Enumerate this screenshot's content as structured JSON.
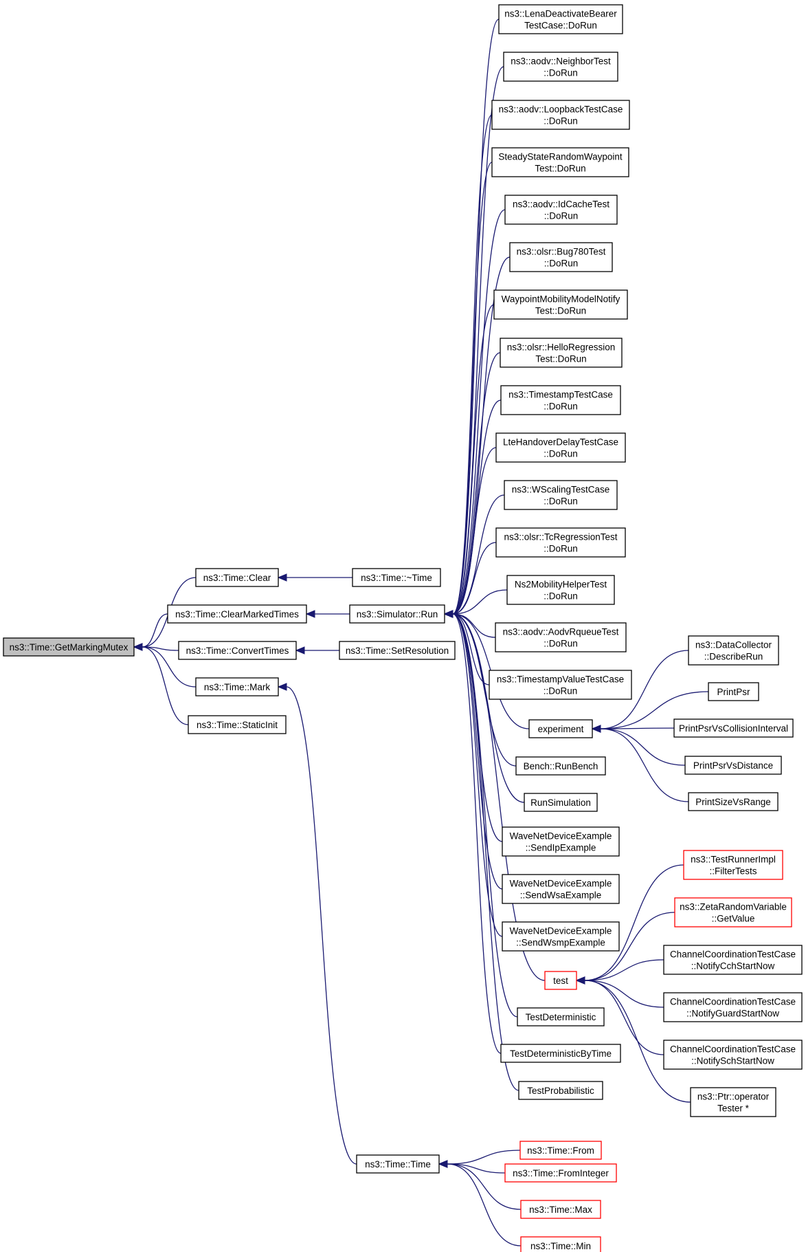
{
  "colors": {
    "edge": "#191970",
    "border": "#000000",
    "truncated_border": "#ff0000",
    "root_fill": "#bfbfbf"
  },
  "nodes": [
    {
      "id": "getmarkingmutex",
      "lines": [
        "ns3::Time::GetMarkingMutex"
      ],
      "root": true
    },
    {
      "id": "clear",
      "lines": [
        "ns3::Time::Clear"
      ]
    },
    {
      "id": "clearmarkedtimes",
      "lines": [
        "ns3::Time::ClearMarkedTimes"
      ]
    },
    {
      "id": "converttimes",
      "lines": [
        "ns3::Time::ConvertTimes"
      ]
    },
    {
      "id": "mark",
      "lines": [
        "ns3::Time::Mark"
      ]
    },
    {
      "id": "staticinit",
      "lines": [
        "ns3::Time::StaticInit"
      ]
    },
    {
      "id": "dtor",
      "lines": [
        "ns3::Time::~Time"
      ]
    },
    {
      "id": "run",
      "lines": [
        "ns3::Simulator::Run"
      ]
    },
    {
      "id": "setresolution",
      "lines": [
        "ns3::Time::SetResolution"
      ]
    },
    {
      "id": "time",
      "lines": [
        "ns3::Time::Time"
      ]
    },
    {
      "id": "n1",
      "lines": [
        "ns3::LenaDeactivateBearer",
        "TestCase::DoRun"
      ]
    },
    {
      "id": "n2",
      "lines": [
        "ns3::aodv::NeighborTest",
        "::DoRun"
      ]
    },
    {
      "id": "n3",
      "lines": [
        "ns3::aodv::LoopbackTestCase",
        "::DoRun"
      ]
    },
    {
      "id": "n4",
      "lines": [
        "SteadyStateRandomWaypoint",
        "Test::DoRun"
      ]
    },
    {
      "id": "n5",
      "lines": [
        "ns3::aodv::IdCacheTest",
        "::DoRun"
      ]
    },
    {
      "id": "n6",
      "lines": [
        "ns3::olsr::Bug780Test",
        "::DoRun"
      ]
    },
    {
      "id": "n7",
      "lines": [
        "WaypointMobilityModelNotify",
        "Test::DoRun"
      ]
    },
    {
      "id": "n8",
      "lines": [
        "ns3::olsr::HelloRegression",
        "Test::DoRun"
      ]
    },
    {
      "id": "n9",
      "lines": [
        "ns3::TimestampTestCase",
        "::DoRun"
      ]
    },
    {
      "id": "n10",
      "lines": [
        "LteHandoverDelayTestCase",
        "::DoRun"
      ]
    },
    {
      "id": "n11",
      "lines": [
        "ns3::WScalingTestCase",
        "::DoRun"
      ]
    },
    {
      "id": "n12",
      "lines": [
        "ns3::olsr::TcRegressionTest",
        "::DoRun"
      ]
    },
    {
      "id": "n13",
      "lines": [
        "Ns2MobilityHelperTest",
        "::DoRun"
      ]
    },
    {
      "id": "n14",
      "lines": [
        "ns3::aodv::AodvRqueueTest",
        "::DoRun"
      ]
    },
    {
      "id": "n15",
      "lines": [
        "ns3::TimestampValueTestCase",
        "::DoRun"
      ]
    },
    {
      "id": "experiment",
      "lines": [
        "experiment"
      ]
    },
    {
      "id": "runbench",
      "lines": [
        "Bench::RunBench"
      ]
    },
    {
      "id": "runsimulation",
      "lines": [
        "RunSimulation"
      ]
    },
    {
      "id": "sendip",
      "lines": [
        "WaveNetDeviceExample",
        "::SendIpExample"
      ]
    },
    {
      "id": "sendwsa",
      "lines": [
        "WaveNetDeviceExample",
        "::SendWsaExample"
      ]
    },
    {
      "id": "sendwsmp",
      "lines": [
        "WaveNetDeviceExample",
        "::SendWsmpExample"
      ]
    },
    {
      "id": "test",
      "lines": [
        "test"
      ],
      "truncated": true
    },
    {
      "id": "testdet",
      "lines": [
        "TestDeterministic"
      ]
    },
    {
      "id": "testdetbytime",
      "lines": [
        "TestDeterministicByTime"
      ]
    },
    {
      "id": "testprob",
      "lines": [
        "TestProbabilistic"
      ]
    },
    {
      "id": "describerun",
      "lines": [
        "ns3::DataCollector",
        "::DescribeRun"
      ]
    },
    {
      "id": "printpsr",
      "lines": [
        "PrintPsr"
      ]
    },
    {
      "id": "printpsrcoll",
      "lines": [
        "PrintPsrVsCollisionInterval"
      ]
    },
    {
      "id": "printpsrdist",
      "lines": [
        "PrintPsrVsDistance"
      ]
    },
    {
      "id": "printsize",
      "lines": [
        "PrintSizeVsRange"
      ]
    },
    {
      "id": "filtertests",
      "lines": [
        "ns3::TestRunnerImpl",
        "::FilterTests"
      ],
      "truncated": true
    },
    {
      "id": "getvalue",
      "lines": [
        "ns3::ZetaRandomVariable",
        "::GetValue"
      ],
      "truncated": true
    },
    {
      "id": "notifycch",
      "lines": [
        "ChannelCoordinationTestCase",
        "::NotifyCchStartNow"
      ]
    },
    {
      "id": "notifyguard",
      "lines": [
        "ChannelCoordinationTestCase",
        "::NotifyGuardStartNow"
      ]
    },
    {
      "id": "notifysch",
      "lines": [
        "ChannelCoordinationTestCase",
        "::NotifySchStartNow"
      ]
    },
    {
      "id": "ptroperator",
      "lines": [
        "ns3::Ptr::operator",
        "Tester *"
      ]
    },
    {
      "id": "from",
      "lines": [
        "ns3::Time::From"
      ],
      "truncated": true
    },
    {
      "id": "frominteger",
      "lines": [
        "ns3::Time::FromInteger"
      ],
      "truncated": true
    },
    {
      "id": "max",
      "lines": [
        "ns3::Time::Max"
      ],
      "truncated": true
    },
    {
      "id": "min",
      "lines": [
        "ns3::Time::Min"
      ],
      "truncated": true
    }
  ],
  "edges": [
    [
      "clear",
      "getmarkingmutex"
    ],
    [
      "clearmarkedtimes",
      "getmarkingmutex"
    ],
    [
      "converttimes",
      "getmarkingmutex"
    ],
    [
      "mark",
      "getmarkingmutex"
    ],
    [
      "staticinit",
      "getmarkingmutex"
    ],
    [
      "dtor",
      "clear"
    ],
    [
      "run",
      "clearmarkedtimes"
    ],
    [
      "setresolution",
      "converttimes"
    ],
    [
      "time",
      "mark"
    ],
    [
      "n1",
      "run"
    ],
    [
      "n2",
      "run"
    ],
    [
      "n3",
      "run"
    ],
    [
      "n4",
      "run"
    ],
    [
      "n5",
      "run"
    ],
    [
      "n6",
      "run"
    ],
    [
      "n7",
      "run"
    ],
    [
      "n8",
      "run"
    ],
    [
      "n9",
      "run"
    ],
    [
      "n10",
      "run"
    ],
    [
      "n11",
      "run"
    ],
    [
      "n12",
      "run"
    ],
    [
      "n13",
      "run"
    ],
    [
      "n14",
      "run"
    ],
    [
      "n15",
      "run"
    ],
    [
      "experiment",
      "run"
    ],
    [
      "runbench",
      "run"
    ],
    [
      "runsimulation",
      "run"
    ],
    [
      "sendip",
      "run"
    ],
    [
      "sendwsa",
      "run"
    ],
    [
      "sendwsmp",
      "run"
    ],
    [
      "test",
      "run"
    ],
    [
      "testdet",
      "run"
    ],
    [
      "testdetbytime",
      "run"
    ],
    [
      "testprob",
      "run"
    ],
    [
      "describerun",
      "experiment"
    ],
    [
      "printpsr",
      "experiment"
    ],
    [
      "printpsrcoll",
      "experiment"
    ],
    [
      "printpsrdist",
      "experiment"
    ],
    [
      "printsize",
      "experiment"
    ],
    [
      "filtertests",
      "test"
    ],
    [
      "getvalue",
      "test"
    ],
    [
      "notifycch",
      "test"
    ],
    [
      "notifyguard",
      "test"
    ],
    [
      "notifysch",
      "test"
    ],
    [
      "ptroperator",
      "test"
    ],
    [
      "from",
      "time"
    ],
    [
      "frominteger",
      "time"
    ],
    [
      "max",
      "time"
    ],
    [
      "min",
      "time"
    ]
  ]
}
